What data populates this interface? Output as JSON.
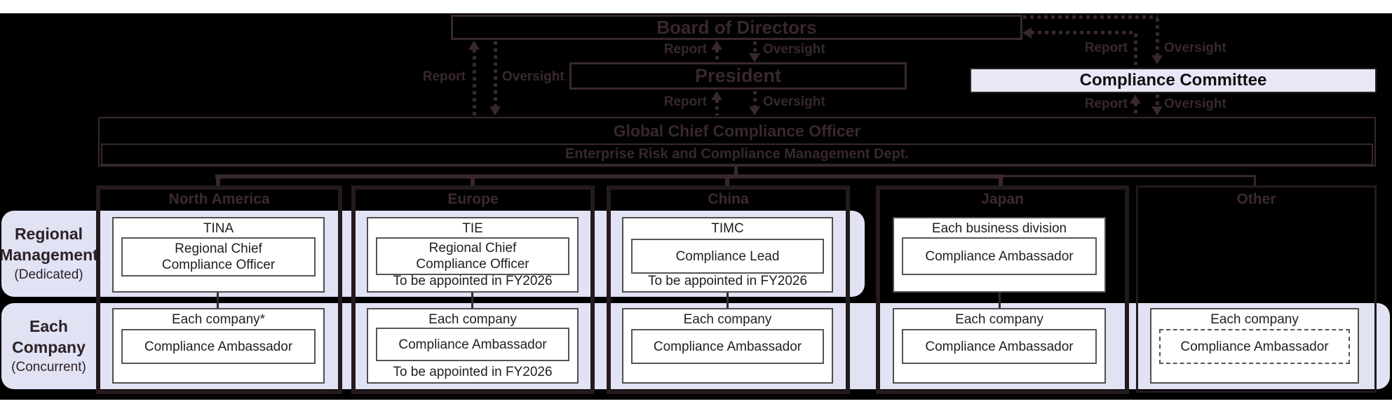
{
  "colors": {
    "background": "#000000",
    "dark_stroke": "#38282b",
    "column_frame": "#241a1d",
    "lavender_band": "#e1e2f4",
    "committee_fill": "#e7e7f8",
    "node_fill": "#ffffff",
    "node_text": "#1f1f1f"
  },
  "top": {
    "board_label": "Board of Directors",
    "president_label": "President",
    "committee_label": "Compliance Committee",
    "gcco_label": "Global Chief Compliance Officer",
    "dept_label": "Enterprise Risk and Compliance Management Dept.",
    "report_label": "Report",
    "oversight_label": "Oversight"
  },
  "row_headers": {
    "row1": {
      "line1": "Regional",
      "line2": "Management",
      "line3": "(Dedicated)"
    },
    "row2": {
      "line1": "Each",
      "line2": "Company",
      "line3": "(Concurrent)"
    }
  },
  "regions": {
    "north_america": {
      "title": "North America",
      "dedicated": {
        "org": "TINA",
        "role_line1": "Regional Chief",
        "role_line2": "Compliance Officer"
      },
      "company": {
        "org": "Each company*",
        "role": "Compliance Ambassador"
      }
    },
    "europe": {
      "title": "Europe",
      "dedicated": {
        "org": "TIE",
        "role_line1": "Regional Chief",
        "role_line2": "Compliance Officer",
        "note": "To be appointed in FY2026"
      },
      "company": {
        "org": "Each company",
        "role": "Compliance Ambassador",
        "note": "To be appointed in FY2026"
      }
    },
    "china": {
      "title": "China",
      "dedicated": {
        "org": "TIMC",
        "role": "Compliance Lead",
        "note": "To be appointed in FY2026"
      },
      "company": {
        "org": "Each company",
        "role": "Compliance Ambassador"
      }
    },
    "japan": {
      "title": "Japan",
      "dedicated": {
        "org": "Each business division",
        "role": "Compliance Ambassador"
      },
      "company": {
        "org": "Each company",
        "role": "Compliance Ambassador"
      }
    },
    "other": {
      "title": "Other",
      "company": {
        "org": "Each company",
        "role": "Compliance Ambassador"
      }
    }
  }
}
